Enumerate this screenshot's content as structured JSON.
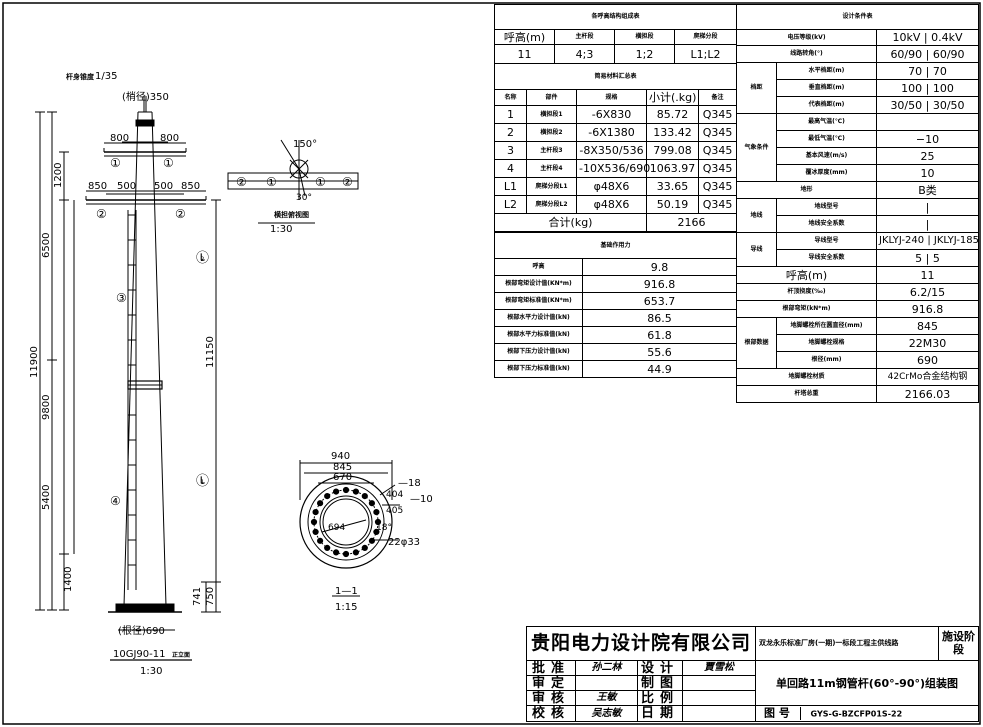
{
  "drawing": {
    "scale_note_label": "杆身锥度",
    "scale_note_value": "1/35",
    "top_label": "(梢径)350",
    "bottom_label": "(根径)690",
    "elev_title": "10GJ90-11",
    "elev_title_suffix": "正立面",
    "elev_scale": "1:30",
    "plan_title": "横担俯视图",
    "plan_scale": "1:30",
    "plan_angle": "150°",
    "plan_angle2": "30°",
    "section_title": "1—1",
    "section_scale": "1:15",
    "dims_left": {
      "d11900": "11900",
      "d6500": "6500",
      "d1200": "1200",
      "d9800": "9800",
      "d5400": "5400",
      "d1400": "1400"
    },
    "dims_right": {
      "d11150": "11150",
      "d741": "741",
      "d750": "750"
    },
    "dims_top": {
      "d800a": "800",
      "d800b": "800",
      "d850a": "850",
      "d500a": "500",
      "d500b": "500",
      "d850b": "850"
    },
    "section_dims": {
      "d940": "940",
      "d845": "845",
      "d670": "670",
      "d694": "694",
      "d18": "—18",
      "d10": "—10",
      "d404": "404",
      "d405": "405",
      "angle18": "18°",
      "bolt": "22φ33"
    },
    "marks": {
      "m1": "①",
      "m2": "②",
      "m3": "③",
      "m4": "④",
      "mL1": "Ⓛ",
      "mL1n": "1",
      "mL2": "Ⓛ",
      "mL2n": "2"
    }
  },
  "table1": {
    "title": "各呼高结构组成表",
    "headers": [
      "呼高(m)",
      "主杆段",
      "横担段",
      "爬梯分段"
    ],
    "row": [
      "11",
      "4;3",
      "1;2",
      "L1;L2"
    ]
  },
  "table2": {
    "title": "简易材料汇总表",
    "headers": [
      "名称",
      "部件",
      "规格",
      "小计(.kg)",
      "备注"
    ],
    "rows": [
      [
        "1",
        "横担段1",
        "-6X830",
        "85.72",
        "Q345"
      ],
      [
        "2",
        "横担段2",
        "-6X1380",
        "133.42",
        "Q345"
      ],
      [
        "3",
        "主杆段3",
        "-8X350/536",
        "799.08",
        "Q345"
      ],
      [
        "4",
        "主杆段4",
        "-10X536/690",
        "1063.97",
        "Q345"
      ],
      [
        "L1",
        "爬梯分段L1",
        "φ48X6",
        "33.65",
        "Q345"
      ],
      [
        "L2",
        "爬梯分段L2",
        "φ48X6",
        "50.19",
        "Q345"
      ]
    ],
    "total_label": "合计(kg)",
    "total_value": "2166"
  },
  "table3": {
    "title": "基础作用力",
    "rows": [
      [
        "呼高",
        "9.8"
      ],
      [
        "根部弯矩设计值(KN*m)",
        "916.8"
      ],
      [
        "根部弯矩标准值(KN*m)",
        "653.7"
      ],
      [
        "根部水平力设计值(kN)",
        "86.5"
      ],
      [
        "根部水平力标准值(kN)",
        "61.8"
      ],
      [
        "根部下压力设计值(kN)",
        "55.6"
      ],
      [
        "根部下压力标准值(kN)",
        "44.9"
      ]
    ]
  },
  "table4": {
    "title": "设计条件表",
    "voltage": [
      "电压等级(kV)",
      "10kV | 0.4kV"
    ],
    "angle": [
      "线路转角(°)",
      "60/90 | 60/90"
    ],
    "span_group": "档距",
    "spans": [
      [
        "水平档距(m)",
        "70 | 70"
      ],
      [
        "垂直档距(m)",
        "100 | 100"
      ],
      [
        "代表档距(m)",
        "30/50 | 30/50"
      ]
    ],
    "weather_group": "气象条件",
    "weather": [
      [
        "最高气温(℃)",
        ""
      ],
      [
        "最低气温(℃)",
        "−10"
      ],
      [
        "基本风速(m/s)",
        "25"
      ],
      [
        "覆冰厚度(mm)",
        "10"
      ]
    ],
    "terrain": [
      "地形",
      "B类"
    ],
    "ground_group": "地线",
    "ground": [
      [
        "地线型号",
        "|"
      ],
      [
        "地线安全系数",
        "|"
      ]
    ],
    "cond_group": "导线",
    "cond": [
      [
        "导线型号",
        "JKLYJ-240 | JKLYJ-185"
      ],
      [
        "导线安全系数",
        "5 | 5"
      ]
    ],
    "height": [
      "呼高(m)",
      "11"
    ],
    "deflect": [
      "杆顶挠度(‰)",
      "6.2/15"
    ],
    "moment": [
      "根部弯矩(kN*m)",
      "916.8"
    ],
    "anchor_group": "根部数据",
    "anchor": [
      [
        "地脚螺栓所在圆直径(mm)",
        "845"
      ],
      [
        "地脚螺栓规格",
        "22M30"
      ],
      [
        "根径(mm)",
        "690"
      ]
    ],
    "material": [
      "地脚螺栓材质",
      "42CrMo合金结构钢"
    ],
    "weight": [
      "杆塔总重",
      "2166.03"
    ]
  },
  "titleblock": {
    "company": "贵阳电力设计院有限公司",
    "project": "双龙永乐标准厂房(一期)一标段工程主供线路",
    "stage": "施设阶段",
    "roles": [
      "批准",
      "审定",
      "审核",
      "校核"
    ],
    "signs": [
      "孙二林",
      "",
      "王敏",
      "吴志敏"
    ],
    "roles2": [
      "设计",
      "制图",
      "比例",
      "日期"
    ],
    "sign2": "賈雪松",
    "drawing_name": "单回路11m钢管杆(60°-90°)组装图",
    "figno_label": "图 号",
    "figno": "GYS-G-BZCFP01S-22"
  },
  "colors": {
    "line": "#000000",
    "paper": "#ffffff"
  }
}
